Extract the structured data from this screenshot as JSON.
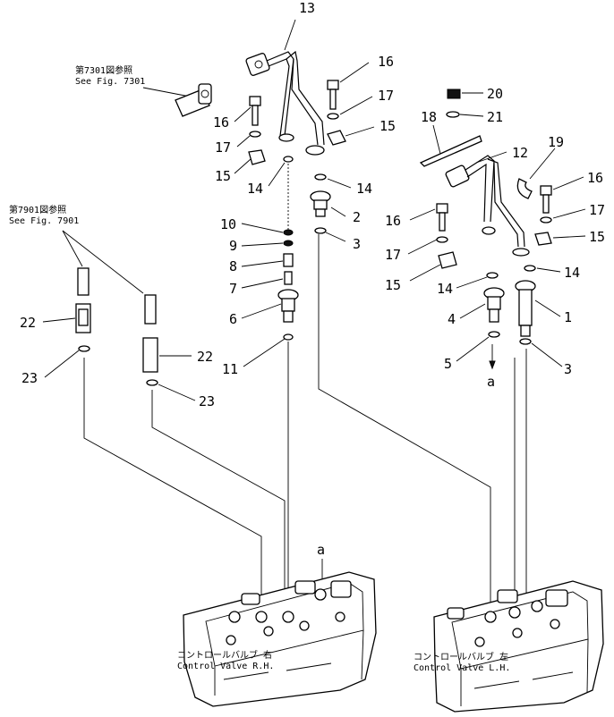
{
  "refs": {
    "fig7301_jp": "第7301図参照",
    "fig7301_en": "See Fig. 7301",
    "fig7901_jp": "第7901図参照",
    "fig7901_en": "See Fig. 7901"
  },
  "connector_labels": {
    "top": "a",
    "bottom": "a"
  },
  "captions": {
    "rh_jp": "コントロールバルブ 右",
    "rh_en": "Control Valve R.H.",
    "lh_jp": "コントロールバルブ 左",
    "lh_en": "Control Valve L.H."
  },
  "callouts": {
    "c13": "13",
    "c16a": "16",
    "c17a": "17",
    "c15a": "15",
    "c16b": "16",
    "c17b": "17",
    "c15b": "15",
    "c14a": "14",
    "c14b": "14",
    "c10": "10",
    "c9": "9",
    "c8": "8",
    "c7": "7",
    "c6": "6",
    "c11": "11",
    "c2": "2",
    "c3a": "3",
    "c22a": "22",
    "c23a": "23",
    "c22b": "22",
    "c23b": "23",
    "c20": "20",
    "c21": "21",
    "c18": "18",
    "c12": "12",
    "c19": "19",
    "c16c": "16",
    "c17c": "17",
    "c15c": "15",
    "c16d": "16",
    "c17d": "17",
    "c15d": "15",
    "c14c": "14",
    "c14d": "14",
    "c4": "4",
    "c5": "5",
    "c1": "1",
    "c3b": "3"
  }
}
